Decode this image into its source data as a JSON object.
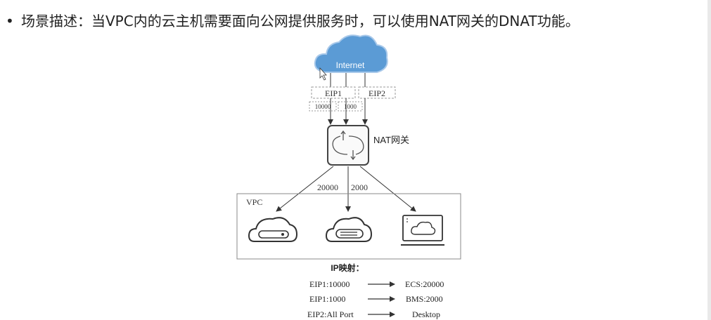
{
  "headline": {
    "bullet": "•",
    "text": "场景描述：当VPC内的云主机需要面向公网提供服务时，可以使用NAT网关的DNAT功能。"
  },
  "diagram": {
    "internet_label": "Internet",
    "eip1_label": "EIP1",
    "eip2_label": "EIP2",
    "port_a": "10000",
    "port_b": "1000",
    "nat_label": "NAT网关",
    "link_left": "20000",
    "link_mid": "2000",
    "vpc_label": "VPC",
    "mapping_title": "IP映射：",
    "mappings": [
      {
        "from": "EIP1:10000",
        "to": "ECS:20000"
      },
      {
        "from": "EIP1:1000",
        "to": "BMS:2000"
      },
      {
        "from": "EIP2:All Port",
        "to": "Desktop"
      }
    ]
  },
  "colors": {
    "cloud_fill": "#5b9bd5",
    "line": "#333333",
    "dashed": "#999999"
  }
}
